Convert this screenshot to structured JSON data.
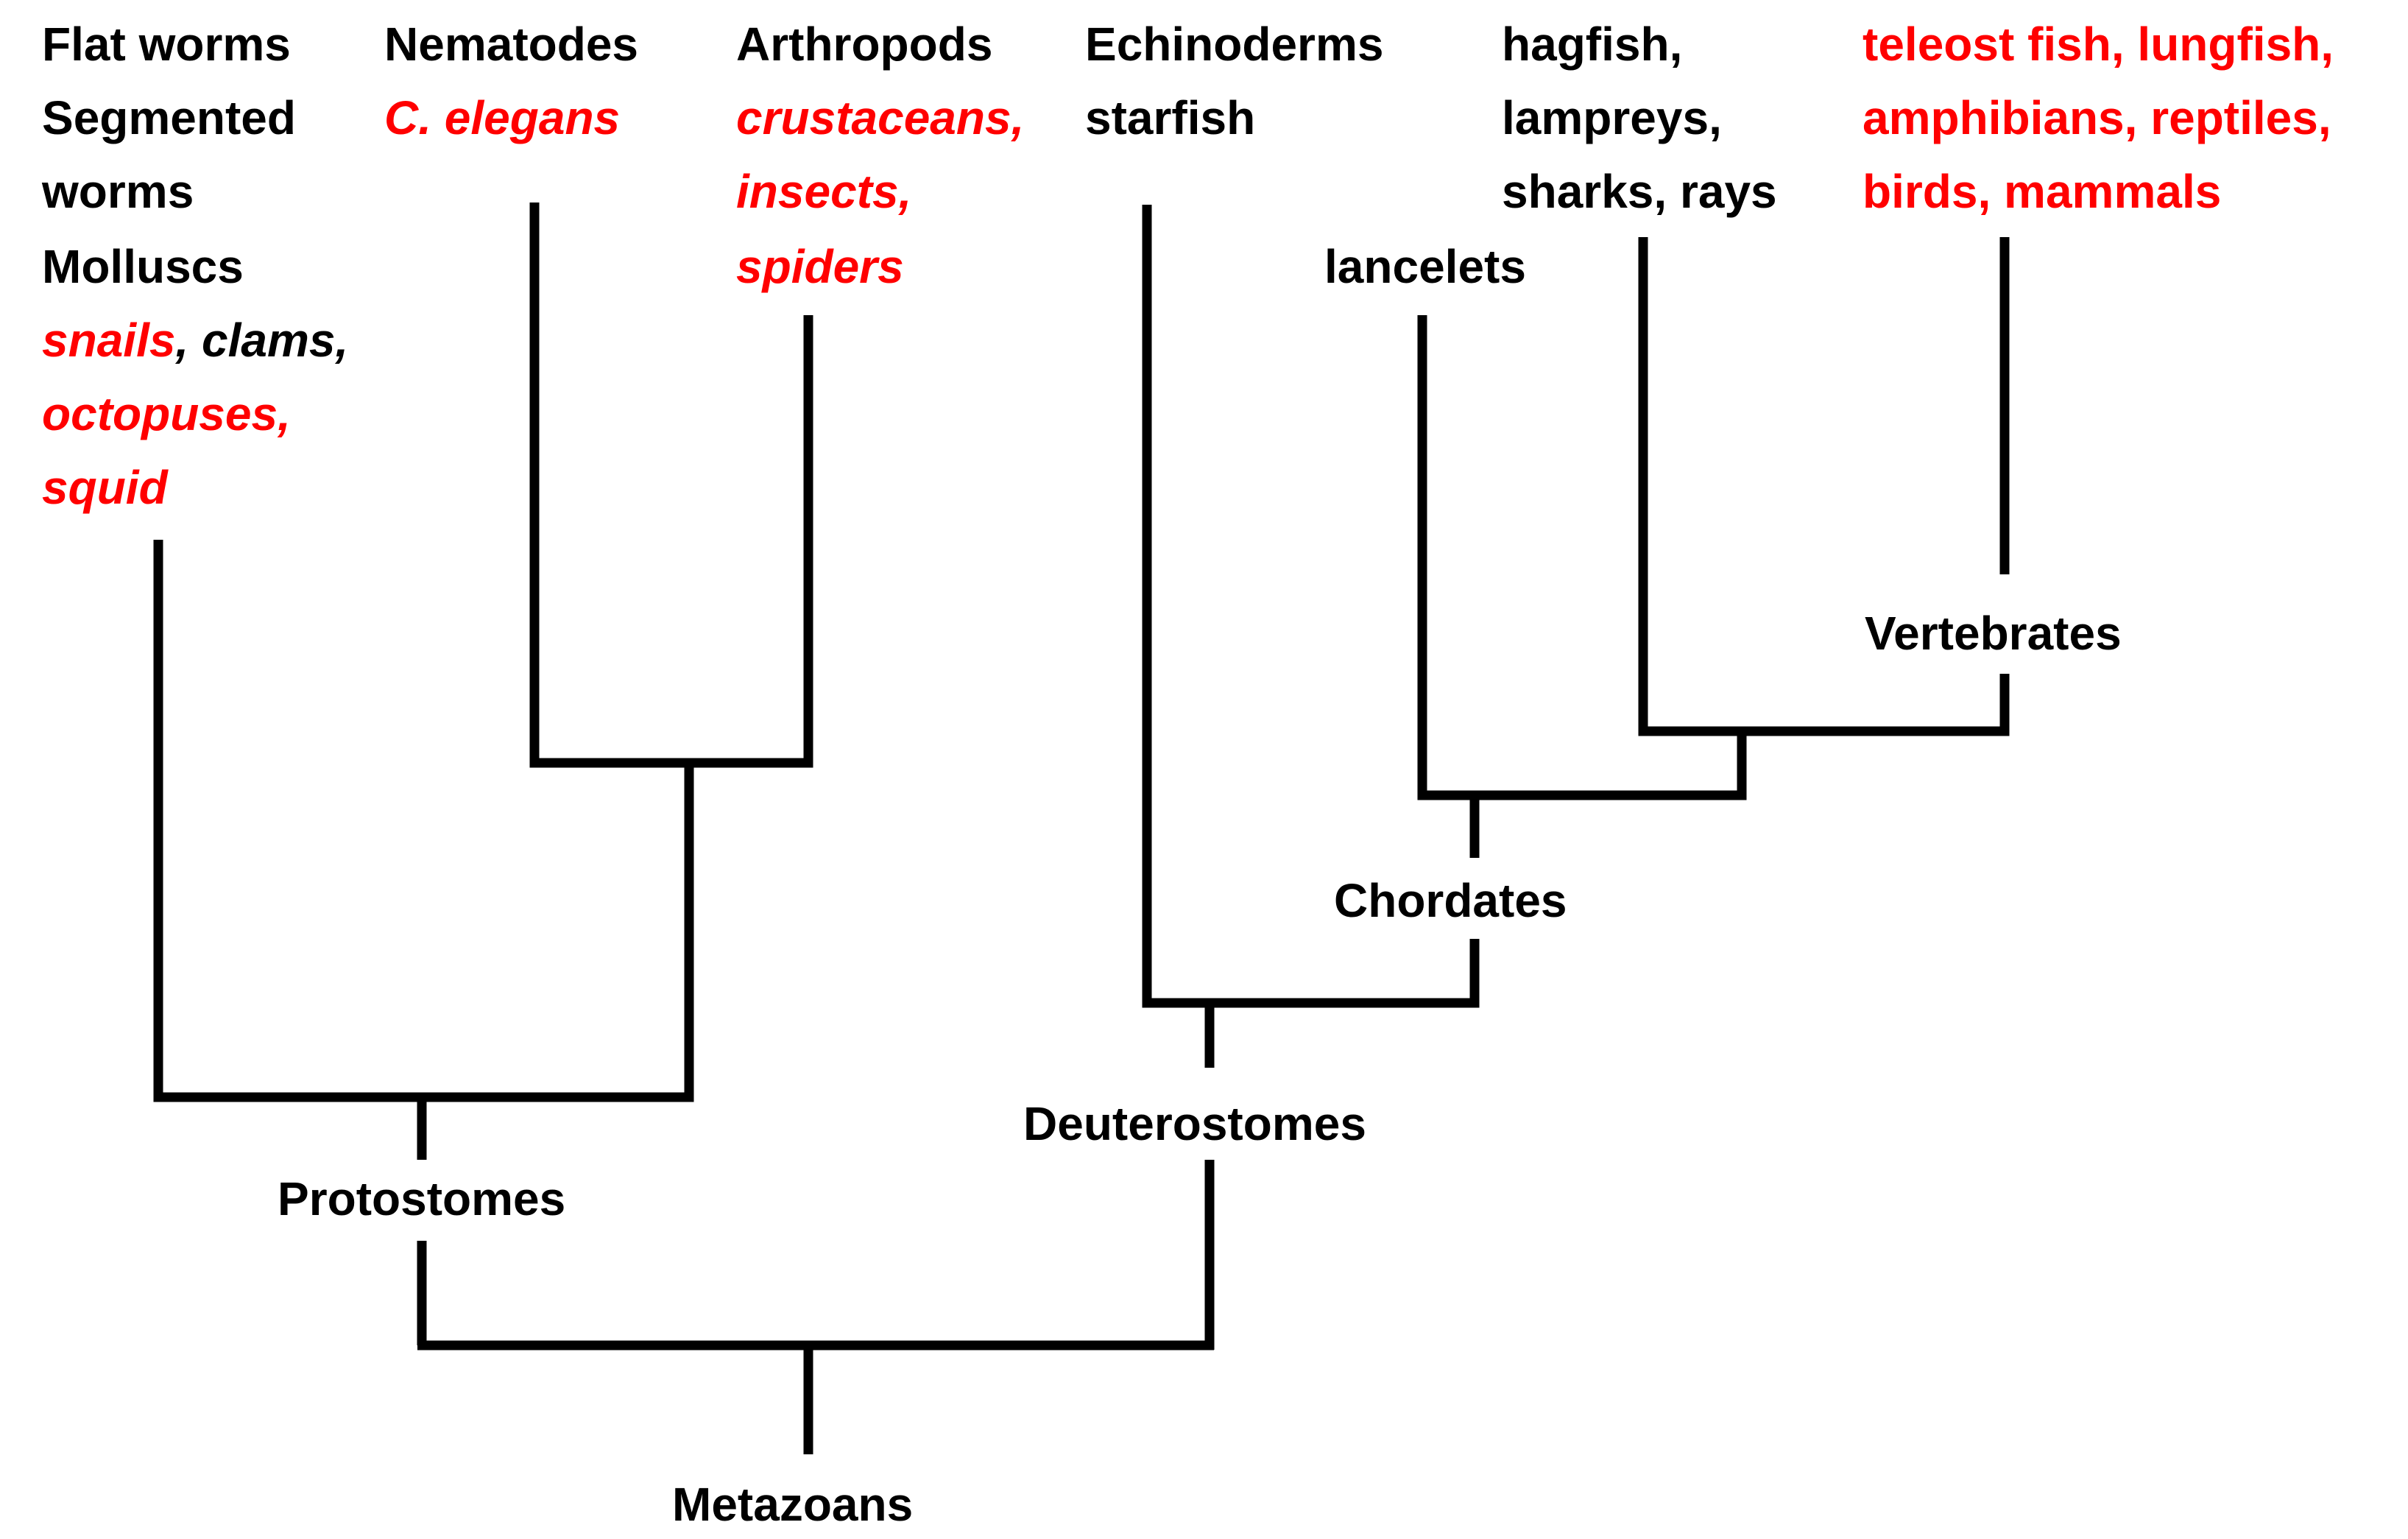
{
  "colors": {
    "highlight": "#ff0000",
    "text": "#000000",
    "lines": "#000000"
  },
  "taxa": {
    "flat_worms": "Flat worms",
    "segmented_line1": "Segmented",
    "segmented_line2": "worms",
    "molluscs": "Molluscs",
    "molluscs_ex_snails": "snails",
    "molluscs_ex_clams": ", clams,",
    "molluscs_ex_octopuses": "octopuses,",
    "molluscs_ex_squid": "squid",
    "nematodes": "Nematodes",
    "nematodes_ex": "C. elegans",
    "arthropods": "Arthropods",
    "arthropods_ex_1": "crustaceans,",
    "arthropods_ex_2": "insects,",
    "arthropods_ex_3": "spiders",
    "echinoderms": "Echinoderms",
    "echinoderms_ex": "starfish",
    "lancelets": "lancelets",
    "jawless_1": "hagfish,",
    "jawless_2": "lampreys,",
    "jawless_3": "sharks, rays",
    "bony_1": "teleost fish, lungfish,",
    "bony_2": "amphibians, reptiles,",
    "bony_3": "birds, mammals"
  },
  "clades": {
    "vertebrates": "Vertebrates",
    "chordates": "Chordates",
    "deuterostomes": "Deuterostomes",
    "protostomes": "Protostomes",
    "metazoans": "Metazoans"
  }
}
